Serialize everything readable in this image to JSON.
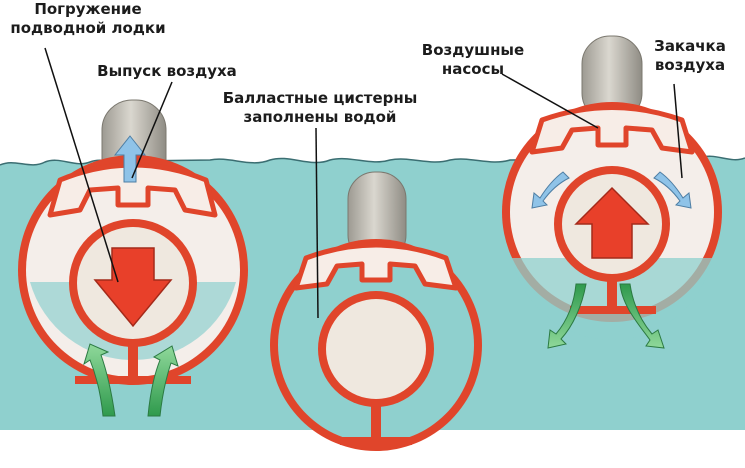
{
  "labels": {
    "submerge": [
      "Погружение",
      "подводной лодки"
    ],
    "air_release": "Выпуск воздуха",
    "ballast_filled": [
      "Балластные цистерны",
      "заполнены водой"
    ],
    "air_pumps": [
      "Воздушные",
      "насосы"
    ],
    "air_injection": [
      "Закачка",
      "воздуха"
    ]
  },
  "colors": {
    "water": "#8fd0ce",
    "hull_red": "#e0452b",
    "hull_fill": "#f4eeea",
    "tower": "#c9c6bd",
    "arrow_red": "#e8402a",
    "arrow_green": "#3aa95c",
    "arrow_blue": "#8fc3e8"
  }
}
